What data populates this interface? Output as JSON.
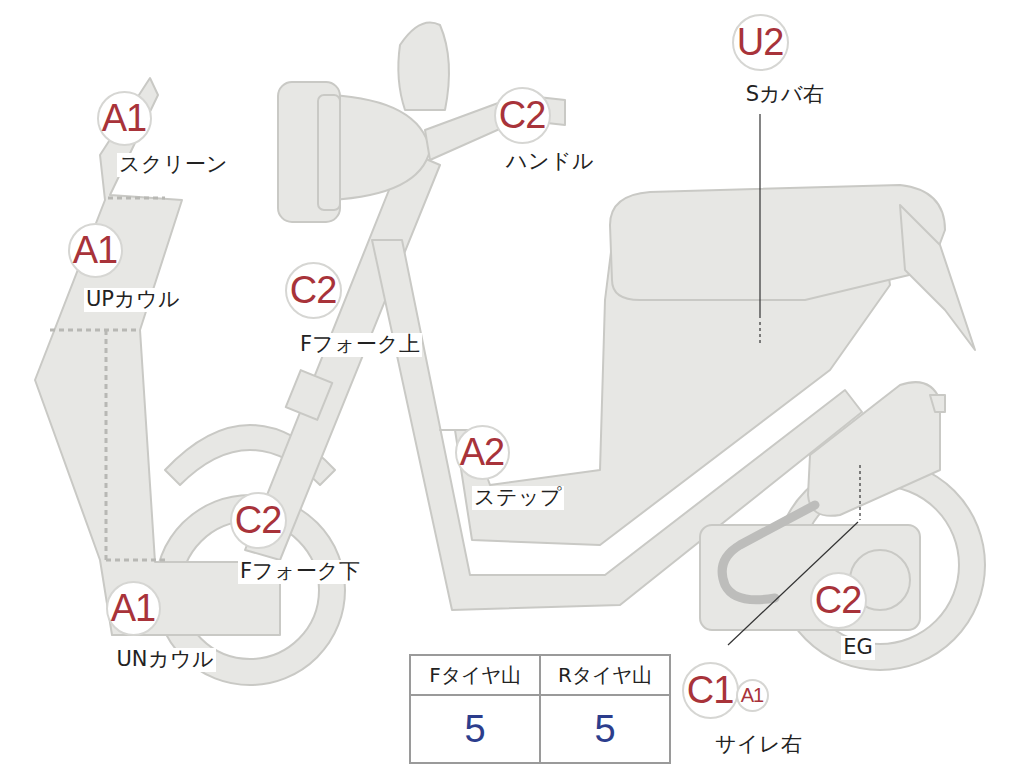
{
  "diagram": {
    "nodes": [
      {
        "text": [
          "A1",
          "スクリーン"
        ]
      },
      {
        "text": [
          "A1",
          "UPカウル"
        ]
      },
      {
        "text": [
          "C2",
          "ハンドル"
        ]
      },
      {
        "text": [
          "C2",
          "Fフォーク上"
        ]
      },
      {
        "text": [
          "U2",
          "Sカバ右"
        ]
      },
      {
        "text": [
          "A2",
          "ステップ"
        ]
      },
      {
        "text": [
          "C2",
          "Fフォーク下"
        ]
      },
      {
        "text": [
          "A1",
          "UNカウル"
        ]
      },
      {
        "text": [
          "C2",
          "EG"
        ]
      },
      {
        "text": [
          "C1",
          "サイレ右"
        ]
      },
      {
        "text": [
          "A1"
        ]
      }
    ],
    "labels": [
      "Fタイヤ山",
      "Rタイヤ山",
      "5",
      "5"
    ]
  }
}
